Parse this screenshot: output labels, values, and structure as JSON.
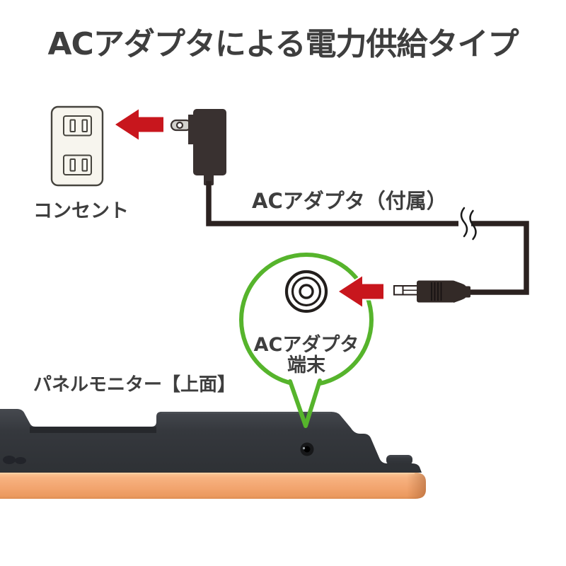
{
  "title": "ACアダプタによる電力供給タイプ",
  "labels": {
    "outlet": "コンセント",
    "adapter": "ACアダプタ（付属）",
    "terminal_line1": "ACアダプタ",
    "terminal_line2": "端末",
    "panel": "パネルモニター【上面】"
  },
  "icons": [
    "wall-outlet-icon",
    "left-arrow-icon",
    "ac-adapter-icon",
    "power-cable-icon",
    "cable-break-icon",
    "dc-plug-icon",
    "callout-bubble-icon",
    "dc-jack-front-icon",
    "panel-monitor-icon",
    "power-jack-hole-icon"
  ],
  "colors": {
    "text": "#3e3e3e",
    "arrow_red": "#c8161d",
    "callout_green": "#56b42c",
    "line_black": "#2b2220",
    "adapter_body": "#393130",
    "outlet_fill": "#f7f5ee",
    "monitor_dark": "#35383d",
    "monitor_orange": "#f5ab78"
  }
}
